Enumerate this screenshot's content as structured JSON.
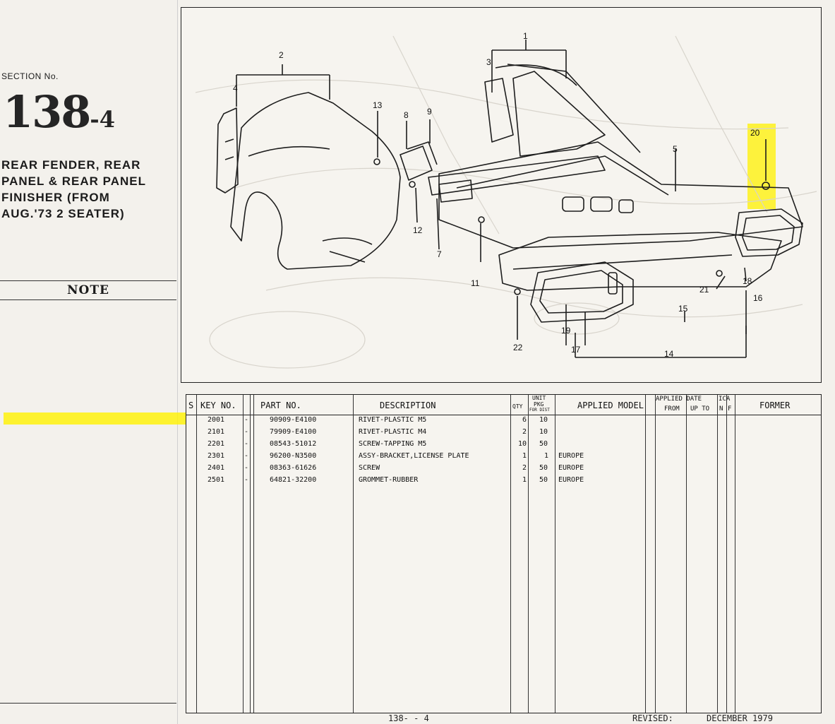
{
  "section": {
    "label": "SECTION No.",
    "number": "138",
    "suffix": "-4",
    "title_lines": [
      "REAR FENDER, REAR",
      "PANEL & REAR PANEL",
      "FINISHER (FROM",
      "AUG.'73 2 SEATER)"
    ]
  },
  "note": {
    "title": "NOTE"
  },
  "callouts": [
    "1",
    "2",
    "3",
    "4",
    "5",
    "7",
    "8",
    "9",
    "11",
    "12",
    "13",
    "14",
    "15",
    "16",
    "17",
    "18",
    "19",
    "20",
    "21",
    "22"
  ],
  "table": {
    "headers": {
      "s": "S",
      "key": "KEY NO.",
      "part": "PART  NO.",
      "desc": "DESCRIPTION",
      "qty": "QTY",
      "unit1": "UNIT",
      "unit2": "PKG",
      "unit3": "FOR DIST",
      "model": "APPLIED MODEL",
      "date": "APPLIED DATE",
      "from": "FROM",
      "upto": "UP TO",
      "ica": "ICA",
      "n": "N",
      "f": "F",
      "former": "FORMER"
    },
    "rows": [
      {
        "key": "2001",
        "dash": "-",
        "part": "90909-E4100",
        "desc": "RIVET-PLASTIC M5",
        "qty": "6",
        "pkg": "10",
        "model": ""
      },
      {
        "key": "2101",
        "dash": "-",
        "part": "79909-E4100",
        "desc": "RIVET-PLASTIC M4",
        "qty": "2",
        "pkg": "10",
        "model": ""
      },
      {
        "key": "2201",
        "dash": "-",
        "part": "08543-51012",
        "desc": "SCREW-TAPPING M5",
        "qty": "10",
        "pkg": "50",
        "model": ""
      },
      {
        "key": "2301",
        "dash": "-",
        "part": "96200-N3500",
        "desc": "ASSY-BRACKET,LICENSE PLATE",
        "qty": "1",
        "pkg": "1",
        "model": "EUROPE"
      },
      {
        "key": "2401",
        "dash": "-",
        "part": "08363-61626",
        "desc": "SCREW",
        "qty": "2",
        "pkg": "50",
        "model": "EUROPE"
      },
      {
        "key": "2501",
        "dash": "-",
        "part": "64821-32200",
        "desc": "GROMMET-RUBBER",
        "qty": "1",
        "pkg": "50",
        "model": "EUROPE"
      }
    ]
  },
  "footer": {
    "page": "138- - 4",
    "revised_label": "REVISED:",
    "revised_date": "DECEMBER  1979"
  },
  "colors": {
    "highlight": "#fff200",
    "ink": "#1b1b1b",
    "paper": "#f3f1ec"
  }
}
